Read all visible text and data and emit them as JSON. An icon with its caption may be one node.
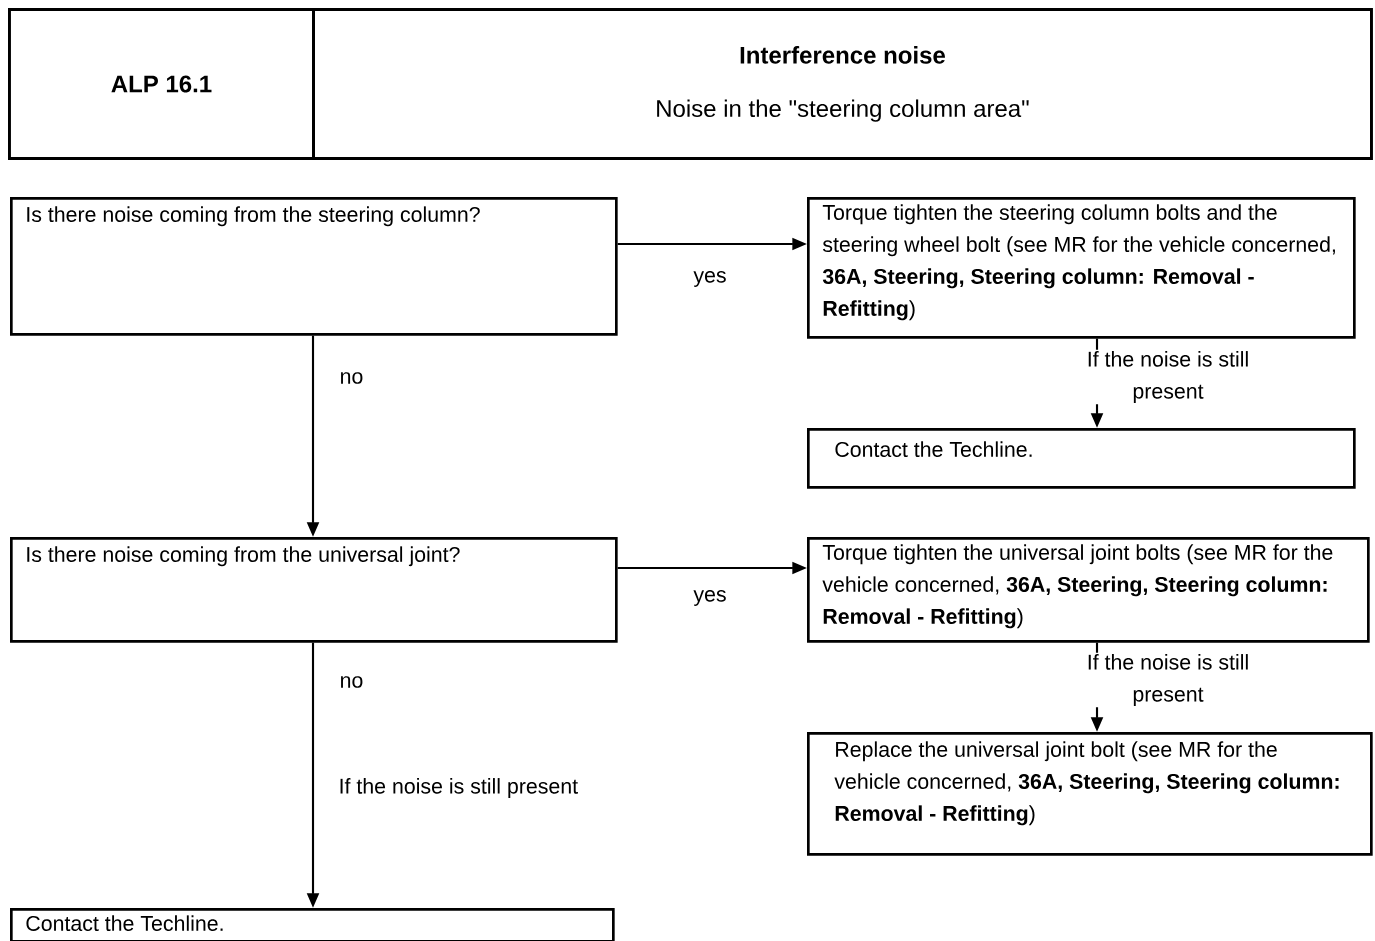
{
  "diagram": {
    "nodes": [
      {
        "text": [
          "ALP 16.1"
        ]
      },
      {
        "text": [
          "Interference noise",
          "Noise in the \"steering column area\""
        ]
      },
      {
        "text": [
          "Is there noise coming from the steering column?"
        ]
      },
      {
        "text": [
          "Torque tighten the steering column bolts and the steering wheel bolt (see MR for the vehicle concerned, **36A, Steering, Steering column: Removal - Refitting**)"
        ]
      },
      {
        "text": [
          "Contact the Techline."
        ]
      },
      {
        "text": [
          "Is there noise coming from the universal joint?"
        ]
      },
      {
        "text": [
          "Torque tighten the universal joint bolts (see MR for the vehicle concerned, **36A, Steering, Steering column: Removal - Refitting**)"
        ]
      },
      {
        "text": [
          "Replace the universal joint bolt (see MR for the vehicle concerned, **36A, Steering, Steering column: Removal - Refitting**)"
        ]
      },
      {
        "text": [
          "Contact the Techline."
        ]
      }
    ],
    "edges": [
      {
        "from": 2,
        "to": 3,
        "arrow": "to",
        "label": "yes"
      },
      {
        "from": 3,
        "to": 4,
        "arrow": "to",
        "label": "If the noise is still present"
      },
      {
        "from": 2,
        "to": 5,
        "arrow": "to",
        "label": "no"
      },
      {
        "from": 5,
        "to": 6,
        "arrow": "to",
        "label": "yes"
      },
      {
        "from": 6,
        "to": 7,
        "arrow": "to",
        "label": "If the noise is still present"
      },
      {
        "from": 5,
        "to": 8,
        "arrow": "to",
        "label": "no"
      }
    ],
    "labels": [
      "If the noise is still present"
    ]
  }
}
